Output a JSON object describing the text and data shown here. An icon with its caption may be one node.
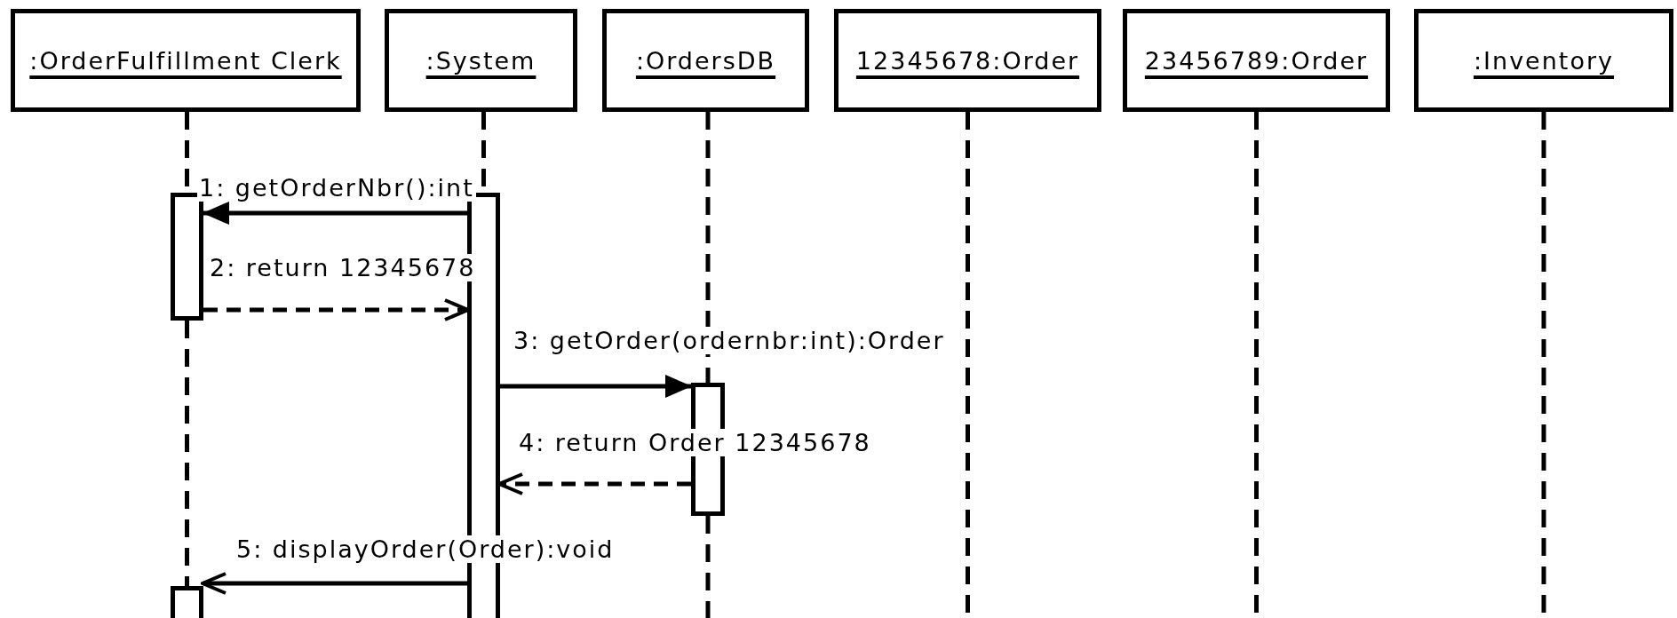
{
  "diagram": {
    "nodes": [
      {
        "text": [
          ":OrderFulfillment Clerk"
        ]
      },
      {
        "text": [
          ":System"
        ]
      },
      {
        "text": [
          ":OrdersDB"
        ]
      },
      {
        "text": [
          "12345678:Order"
        ]
      },
      {
        "text": [
          "23456789:Order"
        ]
      },
      {
        "text": [
          ":Inventory"
        ]
      },
      {
        "text": [],
        "shape": "bar"
      },
      {
        "text": [],
        "shape": "bar"
      },
      {
        "text": [],
        "shape": "bar"
      },
      {
        "text": [],
        "shape": "bar"
      }
    ],
    "edges": [
      {
        "from": 7,
        "to": 6,
        "arrow": "to",
        "label": "1: getOrderNbr():int"
      },
      {
        "from": 6,
        "to": 7,
        "arrow": "to",
        "label": "2: return 12345678",
        "style": "dashed"
      },
      {
        "from": 7,
        "to": 8,
        "arrow": "to",
        "label": "3: getOrder(ordernbr:int):Order"
      },
      {
        "from": 8,
        "to": 7,
        "arrow": "to",
        "label": "4: return Order 12345678",
        "style": "dashed"
      },
      {
        "from": 7,
        "to": 9,
        "arrow": "to",
        "label": "5: displayOrder(Order):void"
      },
      {
        "from": 0,
        "to": 6,
        "arrow": "none",
        "style": "dashed"
      },
      {
        "from": 6,
        "to": 9,
        "arrow": "none",
        "style": "dashed"
      },
      {
        "from": 1,
        "to": 7,
        "arrow": "none",
        "style": "dashed"
      },
      {
        "from": 2,
        "to": 8,
        "arrow": "none",
        "style": "dashed"
      },
      {
        "from": 8,
        "to": null,
        "arrow": "none",
        "style": "dashed"
      },
      {
        "from": 3,
        "to": null,
        "arrow": "none",
        "style": "dashed"
      },
      {
        "from": 4,
        "to": null,
        "arrow": "none",
        "style": "dashed"
      },
      {
        "from": 5,
        "to": null,
        "arrow": "none",
        "style": "dashed"
      }
    ]
  }
}
